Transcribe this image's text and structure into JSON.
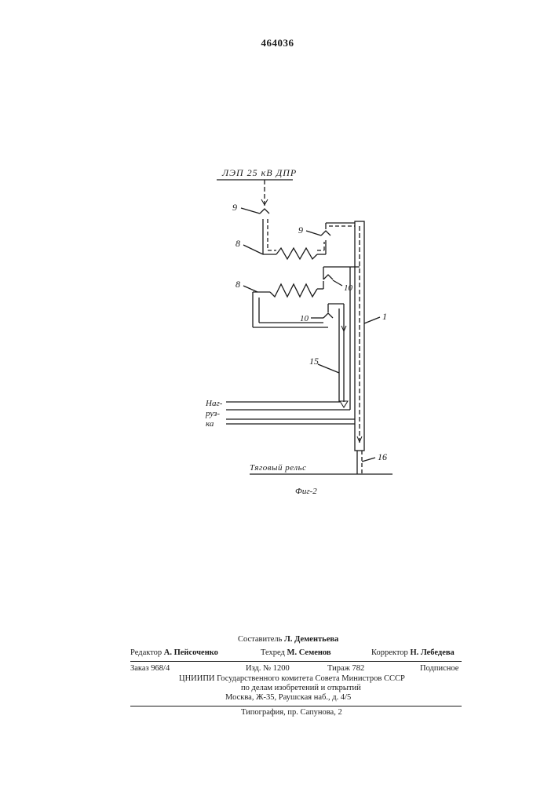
{
  "patent_number": "464036",
  "figure": {
    "top_label": "ЛЭП 25 кВ ДПР",
    "labels": {
      "n9a": "9",
      "n9b": "9",
      "n8a": "8",
      "n8b": "8",
      "n10a": "10",
      "n10b": "10",
      "n1": "1",
      "n15": "15",
      "n16": "16"
    },
    "load_label": [
      "Наг-",
      "руз-",
      "ка"
    ],
    "rail_label": "Тяговый рельс",
    "caption": "Фиг-2"
  },
  "imprint": {
    "compiler_role": "Составитель",
    "compiler_name": "Л. Дементьева",
    "editor_role": "Редактор",
    "editor_name": "А. Пейсоченко",
    "techred_role": "Техред",
    "techred_name": "М. Семенов",
    "corrector_role": "Корректор",
    "corrector_name": "Н. Лебедева",
    "order": "Заказ 968/4",
    "edition": "Изд. № 1200",
    "circulation": "Тираж 782",
    "subscription": "Подписное",
    "org_line1": "ЦНИИПИ Государственного комитета Совета Министров СССР",
    "org_line2": "по делам изобретений и открытий",
    "org_line3": "Москва, Ж-35, Раушская наб., д. 4/5",
    "typography": "Типография, пр. Сапунова, 2"
  }
}
